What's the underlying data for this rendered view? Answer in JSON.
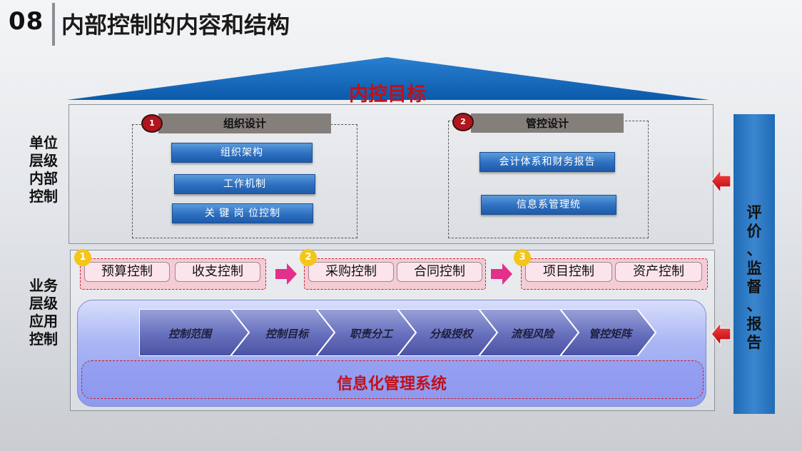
{
  "header": {
    "number": "08",
    "title": "内部控制的内容和结构"
  },
  "roof": {
    "label": "内控目标"
  },
  "side_labels": {
    "unit": [
      "单位",
      "层级",
      "内部",
      "控制"
    ],
    "business": [
      "业务",
      "层级",
      "应用",
      "控制"
    ]
  },
  "unit_level": {
    "org_design": {
      "number": "1",
      "title": "组织设计",
      "items": [
        "组织架构",
        "工作机制",
        "关 键 岗 位控制"
      ]
    },
    "control_design": {
      "number": "2",
      "title": "管控设计",
      "items": [
        "会计体系和财务报告",
        "信息系管理统"
      ]
    }
  },
  "business_level": {
    "groups": [
      {
        "number": "1",
        "items": [
          "预算控制",
          "收支控制"
        ]
      },
      {
        "number": "2",
        "items": [
          "采购控制",
          "合同控制"
        ]
      },
      {
        "number": "3",
        "items": [
          "项目控制",
          "资产控制"
        ]
      }
    ],
    "chevrons": [
      "控制范围",
      "控制目标",
      "职责分工",
      "分级授权",
      "流程风险",
      "管控矩阵"
    ],
    "info_system": "信息化管理系统"
  },
  "evaluation": {
    "label": "评\n价\n、\n监\n督\n、\n报\n告"
  },
  "colors": {
    "roof": "#0f61b7",
    "accent_red": "#c0101a",
    "eval_bar": "#2a78c4"
  }
}
